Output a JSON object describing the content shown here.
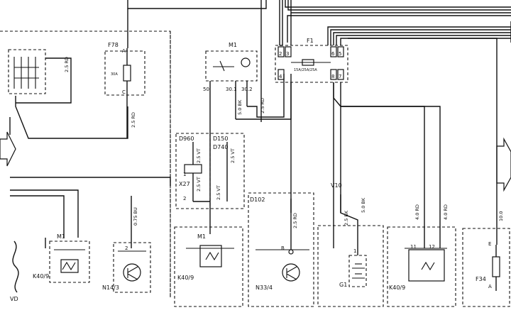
{
  "components": {
    "f78": "F78",
    "m1_top": "M1",
    "f1": "F1",
    "d960": "D960",
    "d150": "D150",
    "d740": "D740",
    "x27": "X27",
    "v10": "V10",
    "d102": "D102",
    "m1_a": "M1",
    "k40_9_a": "K40/9",
    "n14_3": "N14/3",
    "m1_b": "M1",
    "k40_9_b": "K40/9",
    "n33_4": "N33/4",
    "g1": "G1",
    "k40_9_c": "K40/9",
    "f34": "F34",
    "vd": "VD"
  },
  "pins": {
    "f78_a": "A",
    "f78_c": "C",
    "f78_rating": "30A",
    "m1_p50": "50",
    "m1_p301": "30.1",
    "m1_p302": "30.2",
    "f1_p2": "2",
    "f1_p3": "3",
    "f1_p4": "4",
    "f1_p6": "6",
    "f1_p5": "5",
    "f1_p8": "8",
    "f1_p7": "7",
    "f1_rating": "15A/25A/25A",
    "x27_p1": "1",
    "x27_p2": "2",
    "d102_b": "B",
    "g1_p1": "1",
    "k40_p11": "11",
    "k40_p12": "12",
    "n14_p2": "2",
    "f34_e": "E",
    "f34_a": "A"
  },
  "wires": {
    "top_left_rd": "2.5 RD",
    "f78_out_rd": "2.5 RD",
    "m1_bk": "5.0 BK",
    "m1_rd": "2.5 RD",
    "d960_vt": "2.5 VT",
    "d150_vt": "2.5 VT",
    "x27_vt_a": "2.5 VT",
    "x27_vt_b": "2.5 VT",
    "n14_wire": "0.75 BU",
    "n33_rd": "2.5 RD",
    "v10_bk": "2.5 BK",
    "g1_bk": "5.0 BK",
    "k40_rd_a": "4.0 RD",
    "k40_rd_b": "4.0 RD",
    "f34_wire": "10.0"
  }
}
